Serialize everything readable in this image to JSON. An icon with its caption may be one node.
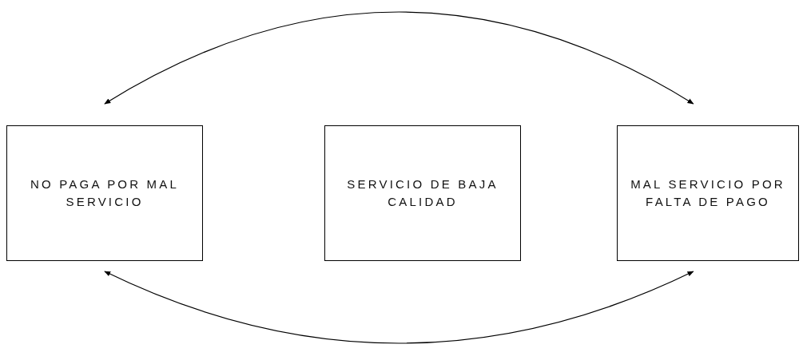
{
  "diagram": {
    "nodes": [
      {
        "text": [
          "NO PAGA POR MAL SERVICIO"
        ]
      },
      {
        "text": [
          "SERVICIO DE BAJA CALIDAD"
        ]
      },
      {
        "text": [
          "MAL SERVICIO POR FALTA DE PAGO"
        ]
      }
    ],
    "edges": [
      {
        "from": 0,
        "to": 2,
        "arrow": "both"
      },
      {
        "from": 2,
        "to": 0,
        "arrow": "both"
      }
    ]
  }
}
